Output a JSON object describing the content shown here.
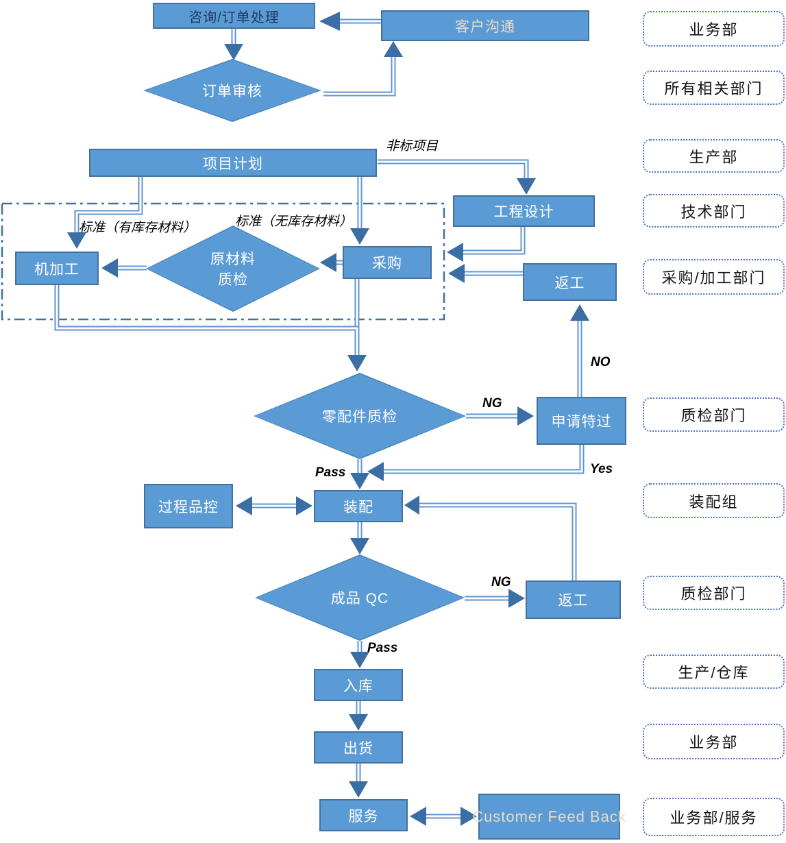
{
  "colors": {
    "node_fill": "#5b9bd5",
    "node_border": "#41719c",
    "connector_line": "#6096cf",
    "arrowhead": "#3a6ea5",
    "region_border": "#41719c",
    "dept_border": "#4472c4",
    "node_text_white": "#ffffff",
    "node_text_dark": "#203864",
    "node_text_cream": "#ecd9c6",
    "label_text": "#000000"
  },
  "nodes": {
    "consult": "咨询/订单处理",
    "customer_comm": "客户沟通",
    "order_review": "订单审核",
    "project_plan": "项目计划",
    "engineering": "工程设计",
    "machining": "机加工",
    "material_qc_line1": "原材料",
    "material_qc_line2": "质检",
    "purchase": "采购",
    "rework1": "返工",
    "parts_qc": "零配件质检",
    "special_pass": "申请特过",
    "process_qc": "过程品控",
    "assembly": "装配",
    "product_qc": "成品 QC",
    "rework2": "返工",
    "warehouse": "入库",
    "ship": "出货",
    "service": "服务",
    "feedback": "Customer Feed Back"
  },
  "edge_labels": {
    "nonstandard": "非标项目",
    "std_with_stock": "标准（有库存材料）",
    "std_without_stock": "标准（无库存材料）",
    "ng1": "NG",
    "no": "NO",
    "yes": "Yes",
    "pass1": "Pass",
    "ng2": "NG",
    "pass2": "Pass"
  },
  "departments": [
    "业务部",
    "所有相关部门",
    "生产部",
    "技术部门",
    "采购/加工部门",
    "质检部门",
    "装配组",
    "质检部门",
    "生产/仓库",
    "业务部",
    "业务部/服务"
  ]
}
